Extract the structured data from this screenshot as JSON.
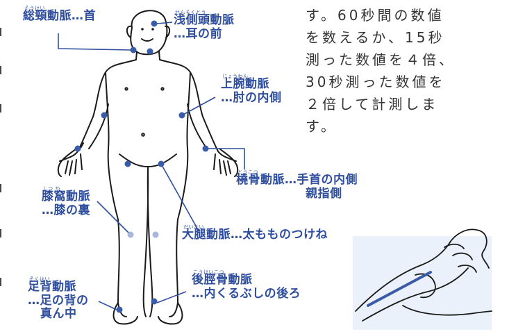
{
  "labels": {
    "carotid": {
      "ruby": "そうけい",
      "main": "総頸動脈…首"
    },
    "temporal": {
      "ruby": "せんそくとう",
      "main": "浅側頭動脈",
      "sub": "…耳の前"
    },
    "brachial": {
      "ruby": "じょうわん",
      "main": "上腕動脈",
      "sub": "…肘の内側"
    },
    "radial": {
      "ruby": "とうこつ",
      "main": "橈骨動脈…手首の内側",
      "sub": "親指側"
    },
    "popliteal": {
      "ruby": "しつ か",
      "main": "膝窩動脈",
      "sub": "…膝の裏"
    },
    "femoral": {
      "ruby": "だいたい",
      "main": "大腿動脈…太もものつけね"
    },
    "dorsalis": {
      "ruby": "そくはい",
      "main": "足背動脈",
      "sub1": "…足の背の",
      "sub2": "真ん中"
    },
    "tibial": {
      "ruby": "こうけいこつ",
      "main": "後脛骨動脈",
      "sub": "…内くるぶしの後ろ"
    }
  },
  "paragraph": "す。60秒間の数値\nを数えるか、15秒\n測った数値を４倍、\n30秒測った数値を\n２倍して計測しま\nす。",
  "colors": {
    "accent": "#2f4f9e",
    "dot": "#3a5ba8",
    "lightdot": "#a9b6dc",
    "outline": "#1a1a1a"
  }
}
